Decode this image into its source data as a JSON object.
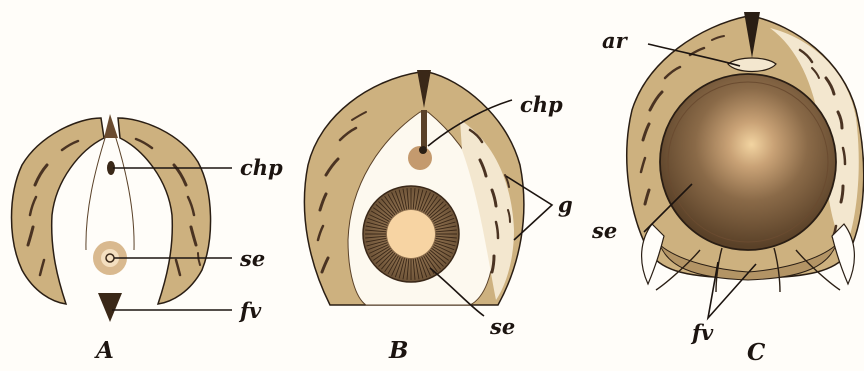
{
  "figure": {
    "panels": [
      {
        "caption": "A",
        "labels": {
          "chp": "chp",
          "se": "se",
          "fv": "fv"
        }
      },
      {
        "caption": "B",
        "labels": {
          "chp": "chp",
          "g": "g",
          "se": "se"
        }
      },
      {
        "caption": "C",
        "labels": {
          "ar": "ar",
          "se": "se",
          "fv": "fv"
        }
      }
    ]
  },
  "colors": {
    "background": "#fffdf9",
    "wall": "#cdb17f",
    "wall_dark": "#b39465",
    "streak": "#4a3322",
    "interior": "#fdf9ef",
    "seed_outer": "#8a6d4d",
    "seed_inner": "#f7d4a3",
    "ink": "#1c1410"
  }
}
